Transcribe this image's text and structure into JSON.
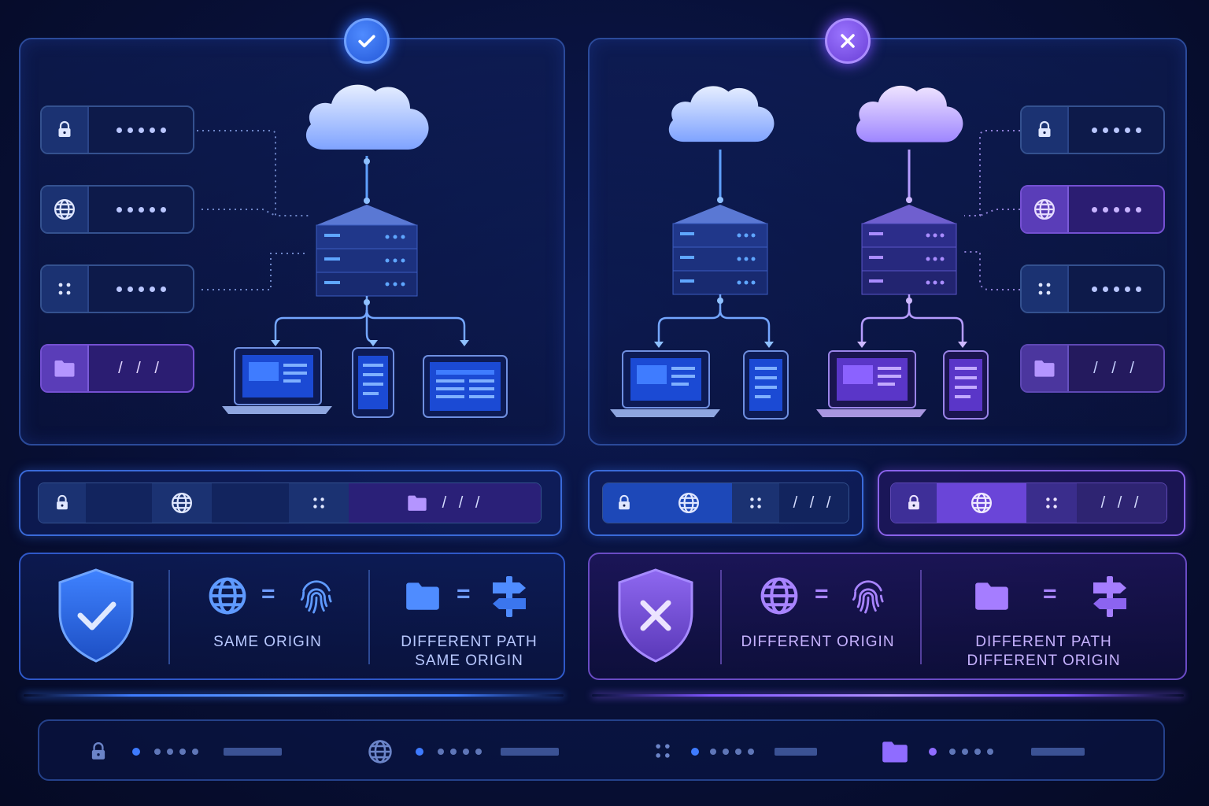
{
  "colors": {
    "accent_blue": "#3a6ad8",
    "accent_violet": "#8a62ea",
    "background": "#081038"
  },
  "left_panel": {
    "badge_icon": "check-icon",
    "fields": [
      {
        "icon": "lock-icon",
        "value": "•••••"
      },
      {
        "icon": "globe-icon",
        "value": "•••••"
      },
      {
        "icon": "port-dots-icon",
        "value": "•••••"
      },
      {
        "icon": "folder-icon",
        "value": "/ / /"
      }
    ]
  },
  "right_panel": {
    "badge_icon": "close-icon",
    "fields": [
      {
        "icon": "lock-icon",
        "value": "•••••"
      },
      {
        "icon": "globe-icon",
        "value": "•••••"
      },
      {
        "icon": "port-dots-icon",
        "value": "•••••"
      },
      {
        "icon": "folder-icon",
        "value": "/ / /"
      }
    ]
  },
  "url_bars": {
    "left_path": "/ / /",
    "right_a_path": "/ / /",
    "right_b_path": "/ / /"
  },
  "info_left": {
    "shield_icon": "shield-check-icon",
    "origin_label": "SAME ORIGIN",
    "path_label_1": "DIFFERENT PATH",
    "path_label_2": "SAME ORIGIN",
    "equals": "="
  },
  "info_right": {
    "shield_icon": "shield-x-icon",
    "origin_label": "DIFFERENT ORIGIN",
    "path_label_1": "DIFFERENT PATH",
    "path_label_2": "DIFFERENT ORIGIN",
    "equals": "="
  }
}
